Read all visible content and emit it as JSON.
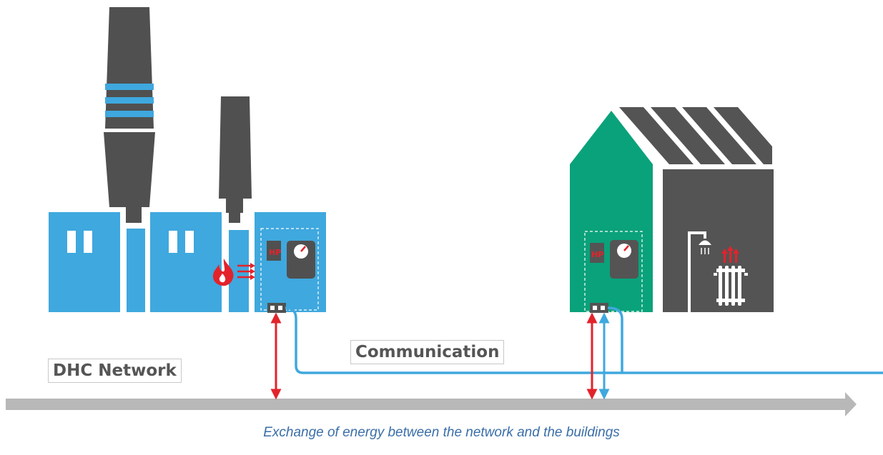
{
  "labels": {
    "communication": "Communication",
    "dhc_network": "DHC Network"
  },
  "caption": "Exchange of energy between the network and the buildings",
  "substation": {
    "hp_label": "HP"
  },
  "colors": {
    "plant_blue": "#3fa8de",
    "chimney_gray": "#505050",
    "house_green": "#0aa27a",
    "house_gray": "#545454",
    "network_gray": "#b8b8b8",
    "comm_blue": "#3fa8de",
    "energy_red": "#e3232b",
    "caption_blue": "#3a6ea8"
  },
  "icons": {
    "fire": "fire-icon",
    "heat": "heat-arrows-icon",
    "gauge": "gauge-icon",
    "shower": "shower-icon",
    "radiator": "radiator-icon"
  }
}
